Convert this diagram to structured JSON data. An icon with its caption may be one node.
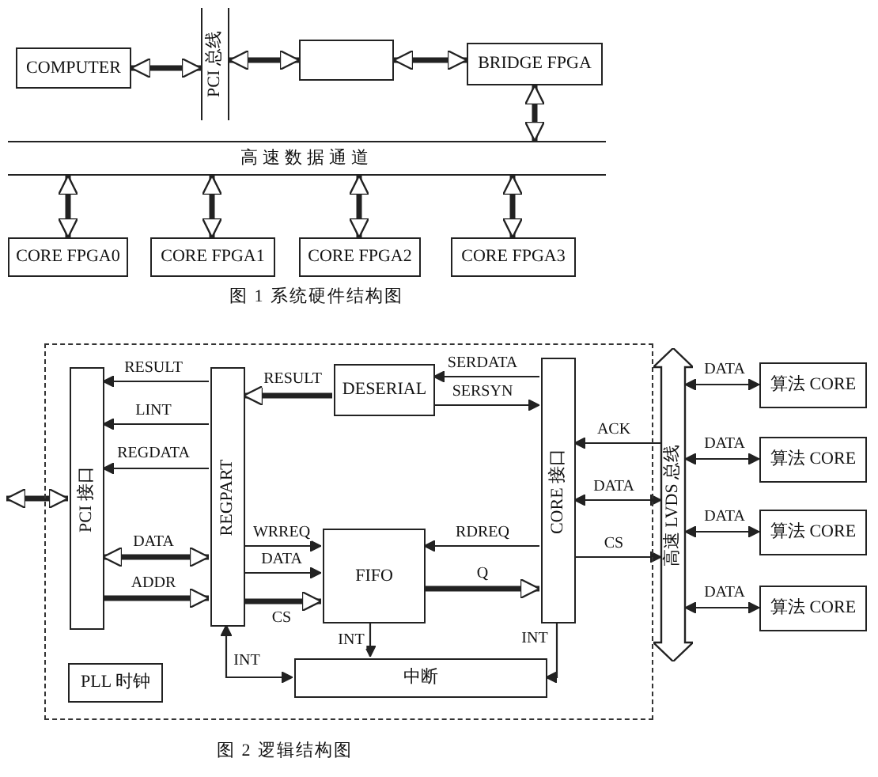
{
  "diagram": {
    "nodes": [
      {
        "text": [
          "COMPUTER"
        ]
      },
      {
        "text": [
          "PCI 总线"
        ]
      },
      {
        "text": [],
        "shape": "box"
      },
      {
        "text": [
          "BRIDGE FPGA"
        ]
      },
      {
        "text": [
          "高速数据通道"
        ]
      },
      {
        "text": [
          "CORE FPGA0"
        ]
      },
      {
        "text": [
          "CORE FPGA1"
        ]
      },
      {
        "text": [
          "CORE FPGA2"
        ]
      },
      {
        "text": [
          "CORE FPGA3"
        ]
      },
      {
        "text": [],
        "shape": "box"
      },
      {
        "text": [
          "PCI 接口"
        ],
        "in": 9
      },
      {
        "text": [
          "REGPART"
        ],
        "in": 9
      },
      {
        "text": [
          "DESERIAL"
        ],
        "in": 9
      },
      {
        "text": [
          "FIFO"
        ],
        "in": 9
      },
      {
        "text": [
          "CORE 接口"
        ],
        "in": 9
      },
      {
        "text": [
          "中断"
        ],
        "in": 9
      },
      {
        "text": [
          "PLL 时钟"
        ],
        "in": 9
      },
      {
        "text": [
          "高速 LVDS 总线"
        ]
      },
      {
        "text": [
          "算法 CORE"
        ]
      },
      {
        "text": [
          "算法 CORE"
        ]
      },
      {
        "text": [
          "算法 CORE"
        ]
      },
      {
        "text": [
          "算法 CORE"
        ]
      }
    ],
    "edges": [
      {
        "from": 0,
        "to": 1,
        "arrow": "both",
        "style": "thick"
      },
      {
        "from": 1,
        "to": 2,
        "arrow": "both",
        "style": "thick"
      },
      {
        "from": 2,
        "to": 3,
        "arrow": "both",
        "style": "thick"
      },
      {
        "from": 3,
        "to": 4,
        "arrow": "both",
        "style": "thick"
      },
      {
        "from": 4,
        "to": 5,
        "arrow": "both",
        "style": "thick"
      },
      {
        "from": 4,
        "to": 6,
        "arrow": "both",
        "style": "thick"
      },
      {
        "from": 4,
        "to": 7,
        "arrow": "both",
        "style": "thick"
      },
      {
        "from": 4,
        "to": 8,
        "arrow": "both",
        "style": "thick"
      },
      {
        "from": null,
        "to": 10,
        "arrow": "both",
        "style": "thick"
      },
      {
        "from": 11,
        "to": 10,
        "label": "RESULT",
        "arrow": "to"
      },
      {
        "from": 11,
        "to": 10,
        "label": "LINT",
        "arrow": "to"
      },
      {
        "from": 11,
        "to": 10,
        "label": "REGDATA",
        "arrow": "to"
      },
      {
        "from": 10,
        "to": 11,
        "label": "DATA",
        "arrow": "both",
        "style": "thick"
      },
      {
        "from": 10,
        "to": 11,
        "label": "ADDR",
        "arrow": "to",
        "style": "thick"
      },
      {
        "from": 12,
        "to": 11,
        "label": "RESULT",
        "arrow": "to",
        "style": "thick"
      },
      {
        "from": 14,
        "to": 12,
        "label": "SERDATA",
        "arrow": "to"
      },
      {
        "from": 12,
        "to": 14,
        "label": "SERSYN",
        "arrow": "to"
      },
      {
        "from": 11,
        "to": 13,
        "label": "WRREQ",
        "arrow": "to"
      },
      {
        "from": 11,
        "to": 13,
        "label": "DATA",
        "arrow": "to"
      },
      {
        "from": 11,
        "to": 13,
        "label": "CS",
        "arrow": "to",
        "style": "thick"
      },
      {
        "from": 14,
        "to": 13,
        "label": "RDREQ",
        "arrow": "to"
      },
      {
        "from": 13,
        "to": 14,
        "label": "Q",
        "arrow": "to",
        "style": "thick"
      },
      {
        "from": 13,
        "to": 15,
        "label": "INT",
        "arrow": "to"
      },
      {
        "from": 15,
        "to": 11,
        "label": "INT",
        "arrow": "both"
      },
      {
        "from": 14,
        "to": 15,
        "label": "INT",
        "arrow": "to"
      },
      {
        "from": 17,
        "to": 14,
        "label": "ACK",
        "arrow": "to"
      },
      {
        "from": 14,
        "to": 17,
        "label": "DATA",
        "arrow": "both"
      },
      {
        "from": 14,
        "to": 17,
        "label": "CS",
        "arrow": "to"
      },
      {
        "from": 17,
        "to": 18,
        "label": "DATA",
        "arrow": "both"
      },
      {
        "from": 17,
        "to": 19,
        "label": "DATA",
        "arrow": "both"
      },
      {
        "from": 17,
        "to": 20,
        "label": "DATA",
        "arrow": "both"
      },
      {
        "from": 17,
        "to": 21,
        "label": "DATA",
        "arrow": "both"
      }
    ],
    "labels": [
      "图 1 系统硬件结构图",
      "图 2 逻辑结构图"
    ]
  }
}
